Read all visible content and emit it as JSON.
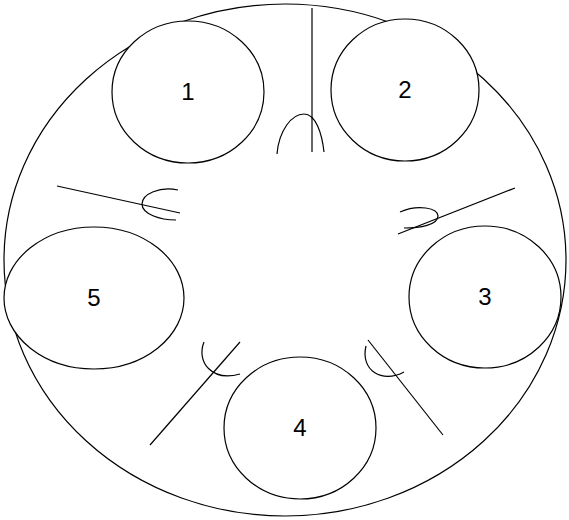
{
  "diagram": {
    "nodes": [
      {
        "text": [
          "1"
        ]
      },
      {
        "text": [
          "2"
        ]
      },
      {
        "text": [
          "5"
        ]
      },
      {
        "text": [
          "3"
        ]
      },
      {
        "text": [
          "4"
        ]
      }
    ]
  }
}
